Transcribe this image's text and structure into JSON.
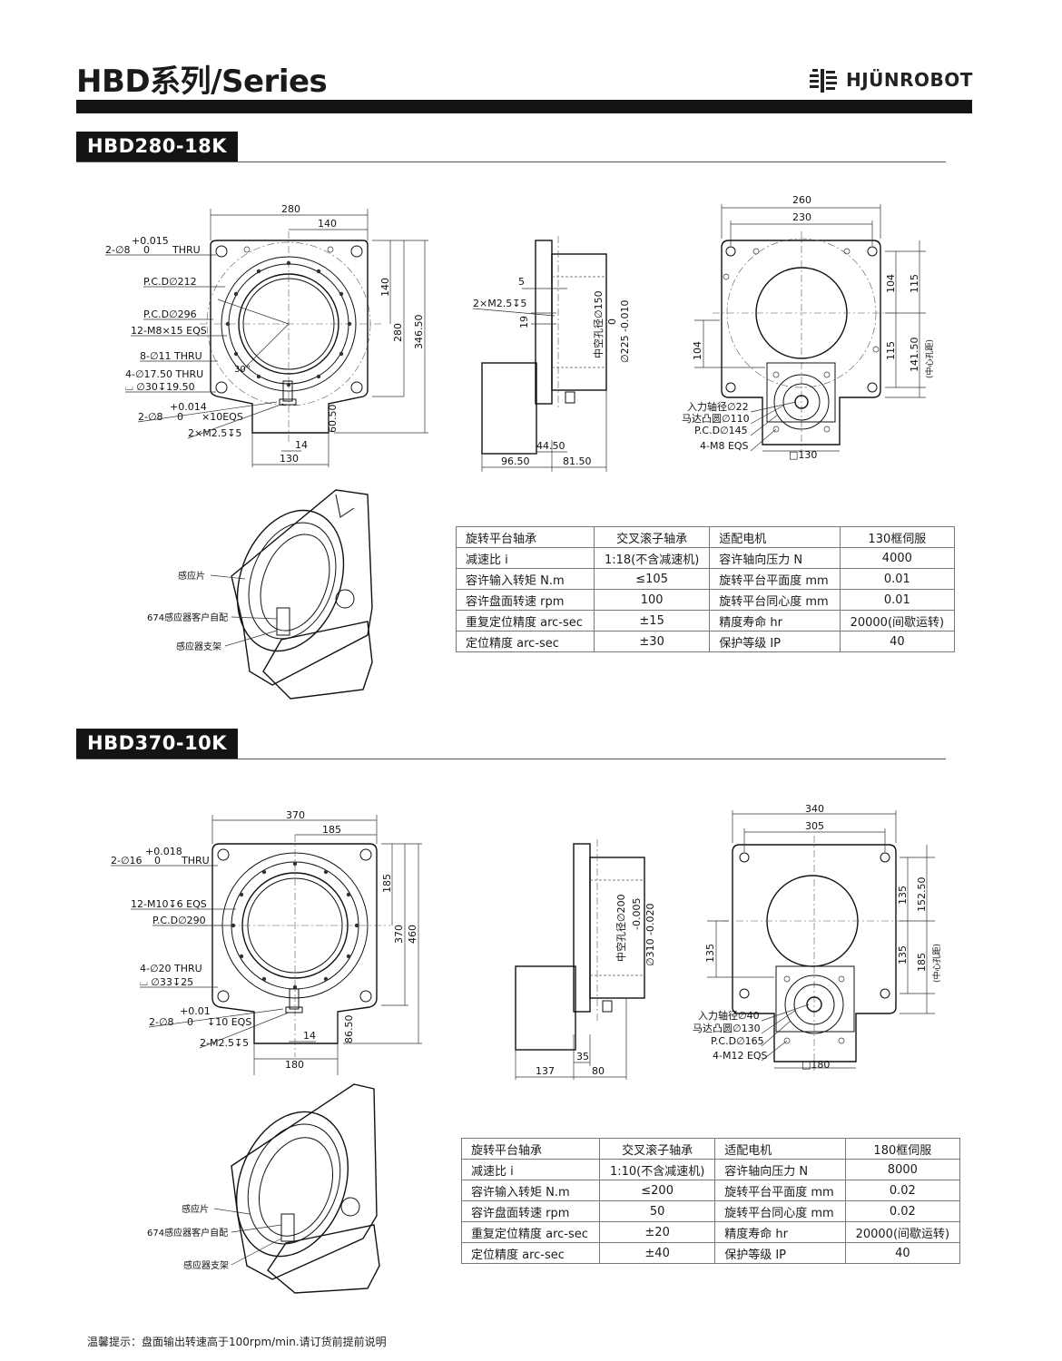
{
  "header": {
    "title": "HBD系列/Series",
    "brand": "HJÜNROBOT"
  },
  "sections": [
    {
      "model": "HBD280-18K",
      "front": {
        "dim_width": "280",
        "dim_half": "140",
        "dim_right_half": "140",
        "dim_right_full": "280",
        "dim_right_total": "346.50",
        "tol_top": "+0.015",
        "tol_bottom": "0",
        "hole_thru": "2-∅8",
        "thru_word": "THRU",
        "pcd_small": "P.C.D∅212",
        "pcd_large": "P.C.D∅296",
        "tap_eqs": "12-M8×15 EQS",
        "holes_thru": "8-∅11 THRU",
        "cbore_1": "4-∅17.50 THRU",
        "cbore_2": "⌴ ∅30↧19.50",
        "angle": "30°",
        "tol2_top": "+0.014",
        "tol2_bottom": "0",
        "pin": "2-∅8",
        "pin_eqs": "×10EQS",
        "tap_small": "2×M2.5↧5",
        "dim_60": "60.50",
        "dim_14": "14",
        "dim_130": "130"
      },
      "side": {
        "dim_5": "5",
        "tap": "2×M2.5↧5",
        "dim_19": "19",
        "hollow": "中空孔径∅150",
        "tol_top": "0",
        "tol_bottom": "∅225 -0.010",
        "dim_44": "44.50",
        "dim_96": "96.50",
        "dim_81": "81.50"
      },
      "rear": {
        "dim_260": "260",
        "dim_230": "230",
        "dim_104a": "104",
        "dim_115a": "115",
        "dim_104b": "104",
        "dim_115b": "115",
        "dim_141": "141.50",
        "center_note": "(中心孔距)",
        "input_shaft": "入力轴径∅22",
        "motor_boss": "马达凸圆∅110",
        "pcd": "P.C.D∅145",
        "tap": "4-M8 EQS",
        "square": "□130"
      },
      "iso_labels": [
        "感应片",
        "674感应器客户自配",
        "感应器支架"
      ],
      "specs": [
        [
          "旋转平台轴承",
          "交叉滚子轴承",
          "适配电机",
          "130框伺服"
        ],
        [
          "减速比 i",
          "1:18(不含减速机)",
          "容许轴向压力 N",
          "4000"
        ],
        [
          "容许输入转矩 N.m",
          "≤105",
          "旋转平台平面度 mm",
          "0.01"
        ],
        [
          "容许盘面转速 rpm",
          "100",
          "旋转平台同心度 mm",
          "0.01"
        ],
        [
          "重复定位精度 arc-sec",
          "±15",
          "精度寿命 hr",
          "20000(间歇运转)"
        ],
        [
          "定位精度 arc-sec",
          "±30",
          "保护等级 IP",
          "40"
        ]
      ]
    },
    {
      "model": "HBD370-10K",
      "front": {
        "dim_width": "370",
        "dim_half": "185",
        "dim_right_half": "185",
        "dim_right_full": "370",
        "dim_right_total": "460",
        "tol_top": "+0.018",
        "tol_bottom": "0",
        "hole_thru": "2-∅16",
        "thru_word": "THRU",
        "tap_eqs": "12-M10↧6 EQS",
        "pcd": "P.C.D∅290",
        "cbore_1": "4-∅20 THRU",
        "cbore_2": "⌴ ∅33↧25",
        "tol2_top": "+0.01",
        "tol2_bottom": "0",
        "pin": "2-∅8",
        "pin_eqs": "↧10 EQS",
        "tap_small": "2-M2.5↧5",
        "dim_14": "14",
        "dim_86": "86.50",
        "dim_180": "180"
      },
      "side": {
        "hollow": "中空孔径∅200",
        "tol_top": "-0.005",
        "tol_bottom": "∅310 -0.020",
        "dim_35": "35",
        "dim_137": "137",
        "dim_80": "80"
      },
      "rear": {
        "dim_340": "340",
        "dim_305": "305",
        "dim_135a": "135",
        "dim_152": "152.50",
        "dim_135b": "135",
        "dim_135c": "135",
        "dim_185": "185",
        "center_note": "(中心孔距)",
        "input_shaft": "入力轴径∅40",
        "motor_boss": "马达凸圆∅130",
        "pcd": "P.C.D∅165",
        "tap": "4-M12 EQS",
        "square": "□180"
      },
      "iso_labels": [
        "感应片",
        "674感应器客户自配",
        "感应器支架"
      ],
      "specs": [
        [
          "旋转平台轴承",
          "交叉滚子轴承",
          "适配电机",
          "180框伺服"
        ],
        [
          "减速比 i",
          "1:10(不含减速机)",
          "容许轴向压力 N",
          "8000"
        ],
        [
          "容许输入转矩 N.m",
          "≤200",
          "旋转平台平面度 mm",
          "0.02"
        ],
        [
          "容许盘面转速 rpm",
          "50",
          "旋转平台同心度 mm",
          "0.02"
        ],
        [
          "重复定位精度 arc-sec",
          "±20",
          "精度寿命 hr",
          "20000(间歇运转)"
        ],
        [
          "定位精度 arc-sec",
          "±40",
          "保护等级 IP",
          "40"
        ]
      ]
    }
  ],
  "footer": {
    "note": "温馨提示：盘面输出转速高于100rpm/min.请订货前提前说明"
  }
}
